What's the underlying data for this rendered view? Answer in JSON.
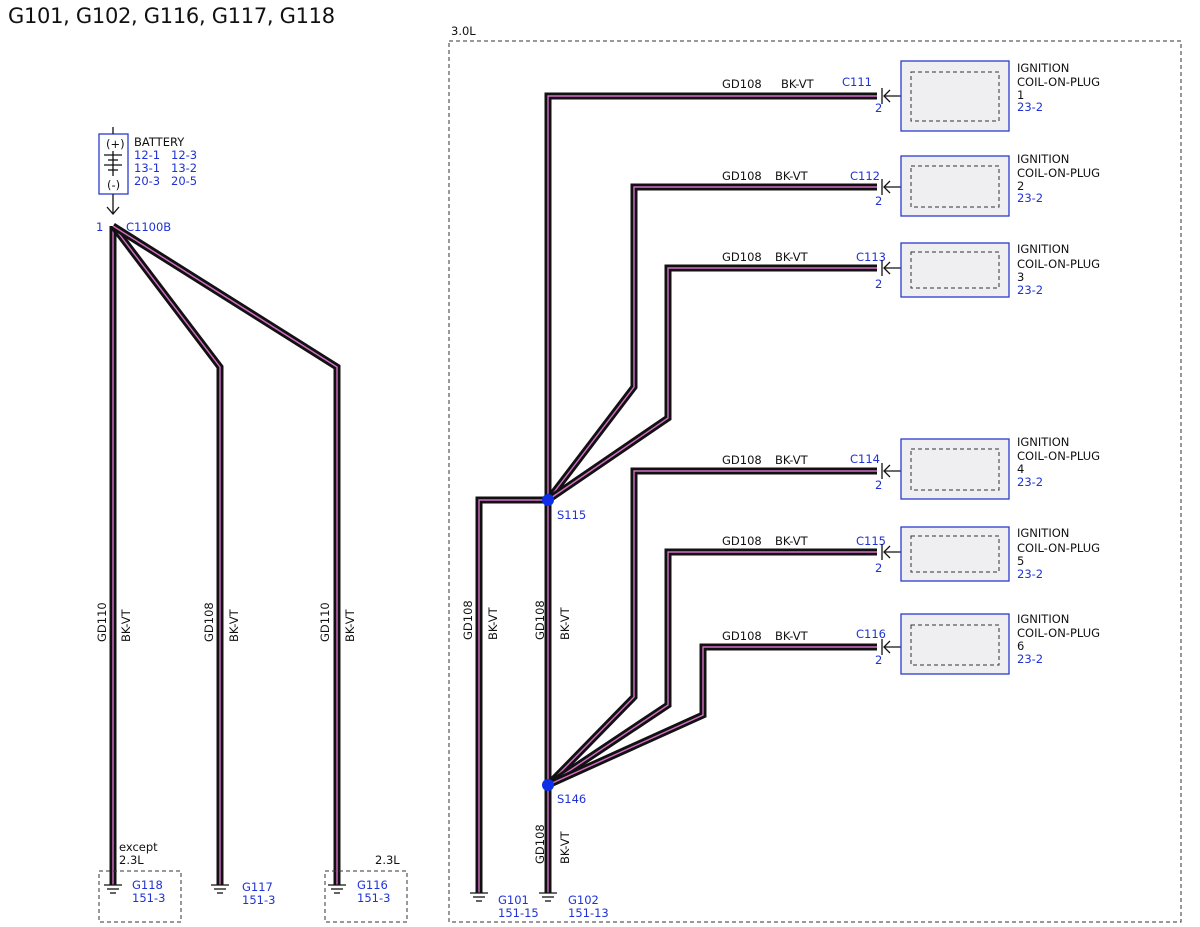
{
  "title": "G101, G102, G116, G117, G118",
  "region_30l_label": "3.0L",
  "battery": {
    "label": "BATTERY",
    "plus": "(+)",
    "minus": "(-)",
    "refs": [
      "12-1",
      "12-3",
      "13-1",
      "13-2",
      "20-3",
      "20-5"
    ]
  },
  "battery_connector": {
    "pin": "1",
    "name": "C1100B"
  },
  "left_wires": [
    {
      "circuit": "GD110",
      "color": "BK-VT"
    },
    {
      "circuit": "GD108",
      "color": "BK-VT"
    },
    {
      "circuit": "GD110",
      "color": "BK-VT"
    }
  ],
  "coil_wires": [
    {
      "circuit": "GD108",
      "color": "BK-VT",
      "connector": "C111",
      "pin": "2",
      "device": [
        "IGNITION",
        "COIL-ON-PLUG",
        "1"
      ],
      "ref": "23-2"
    },
    {
      "circuit": "GD108",
      "color": "BK-VT",
      "connector": "C112",
      "pin": "2",
      "device": [
        "IGNITION",
        "COIL-ON-PLUG",
        "2"
      ],
      "ref": "23-2"
    },
    {
      "circuit": "GD108",
      "color": "BK-VT",
      "connector": "C113",
      "pin": "2",
      "device": [
        "IGNITION",
        "COIL-ON-PLUG",
        "3"
      ],
      "ref": "23-2"
    },
    {
      "circuit": "GD108",
      "color": "BK-VT",
      "connector": "C114",
      "pin": "2",
      "device": [
        "IGNITION",
        "COIL-ON-PLUG",
        "4"
      ],
      "ref": "23-2"
    },
    {
      "circuit": "GD108",
      "color": "BK-VT",
      "connector": "C115",
      "pin": "2",
      "device": [
        "IGNITION",
        "COIL-ON-PLUG",
        "5"
      ],
      "ref": "23-2"
    },
    {
      "circuit": "GD108",
      "color": "BK-VT",
      "connector": "C116",
      "pin": "2",
      "device": [
        "IGNITION",
        "COIL-ON-PLUG",
        "6"
      ],
      "ref": "23-2"
    }
  ],
  "vertical_wires_right": [
    {
      "circuit": "GD108",
      "color": "BK-VT"
    },
    {
      "circuit": "GD108",
      "color": "BK-VT"
    },
    {
      "circuit": "GD108",
      "color": "BK-VT"
    }
  ],
  "splices": [
    "S115",
    "S146"
  ],
  "grounds": [
    {
      "name": "G118",
      "ref": "151-3",
      "note": [
        "except",
        "2.3L"
      ]
    },
    {
      "name": "G117",
      "ref": "151-3"
    },
    {
      "name": "G116",
      "ref": "151-3",
      "note": [
        "2.3L"
      ]
    },
    {
      "name": "G101",
      "ref": "151-15"
    },
    {
      "name": "G102",
      "ref": "151-13"
    }
  ],
  "colors": {
    "wire": "#111111",
    "wire_stripe": "#d66fc7",
    "reference_blue": "#1f32d6",
    "device_box": "#2b3bd0",
    "device_fill": "#efeff2"
  }
}
